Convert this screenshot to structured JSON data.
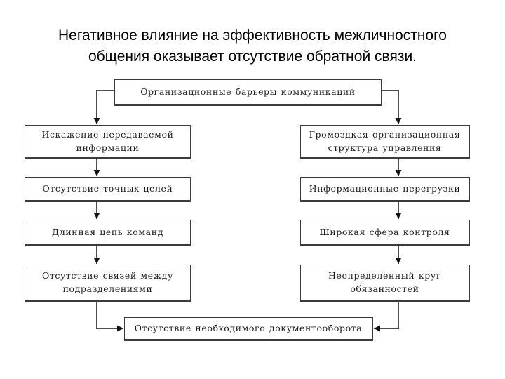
{
  "title": {
    "line1": "Негативное влияние на эффективность межличностного",
    "line2": "общения оказывает отсутствие обратной связи."
  },
  "diagram": {
    "root": {
      "label": "Организационные барьеры коммуникаций"
    },
    "left_column": [
      {
        "label": "Искажение передаваемой информации"
      },
      {
        "label": "Отсутствие точных целей"
      },
      {
        "label": "Длинная цепь команд"
      },
      {
        "label": "Отсутствие связей между подразделениями"
      }
    ],
    "right_column": [
      {
        "label": "Громоздкая организационная структура управления"
      },
      {
        "label": "Информационные перегрузки"
      },
      {
        "label": "Широкая сфера контроля"
      },
      {
        "label": "Неопределенный круг обязанностей"
      }
    ],
    "bottom": {
      "label": "Отсутствие необходимого документооборота"
    },
    "colors": {
      "box_border": "#3c3c3c",
      "box_fill": "#ffffff",
      "connector": "#4f4f4f",
      "arrowhead": "#111111",
      "title_text": "#000000",
      "box_text": "#1c1c1c"
    }
  }
}
